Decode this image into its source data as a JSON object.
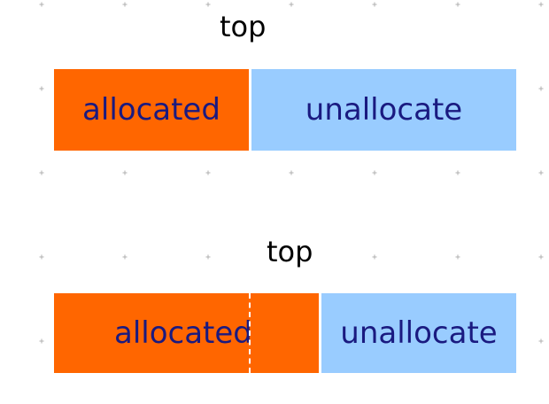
{
  "diagram1": {
    "top_label": "top",
    "allocated_label": "allocated",
    "unallocated_label": "unallocate"
  },
  "diagram2": {
    "top_label": "top",
    "allocated_label": "allocated",
    "unallocated_label": "unallocate"
  },
  "colors": {
    "allocated": "#ff6600",
    "unallocated": "#99ccff",
    "text": "#1a1a80",
    "grid_dot": "#b0b0b0"
  }
}
